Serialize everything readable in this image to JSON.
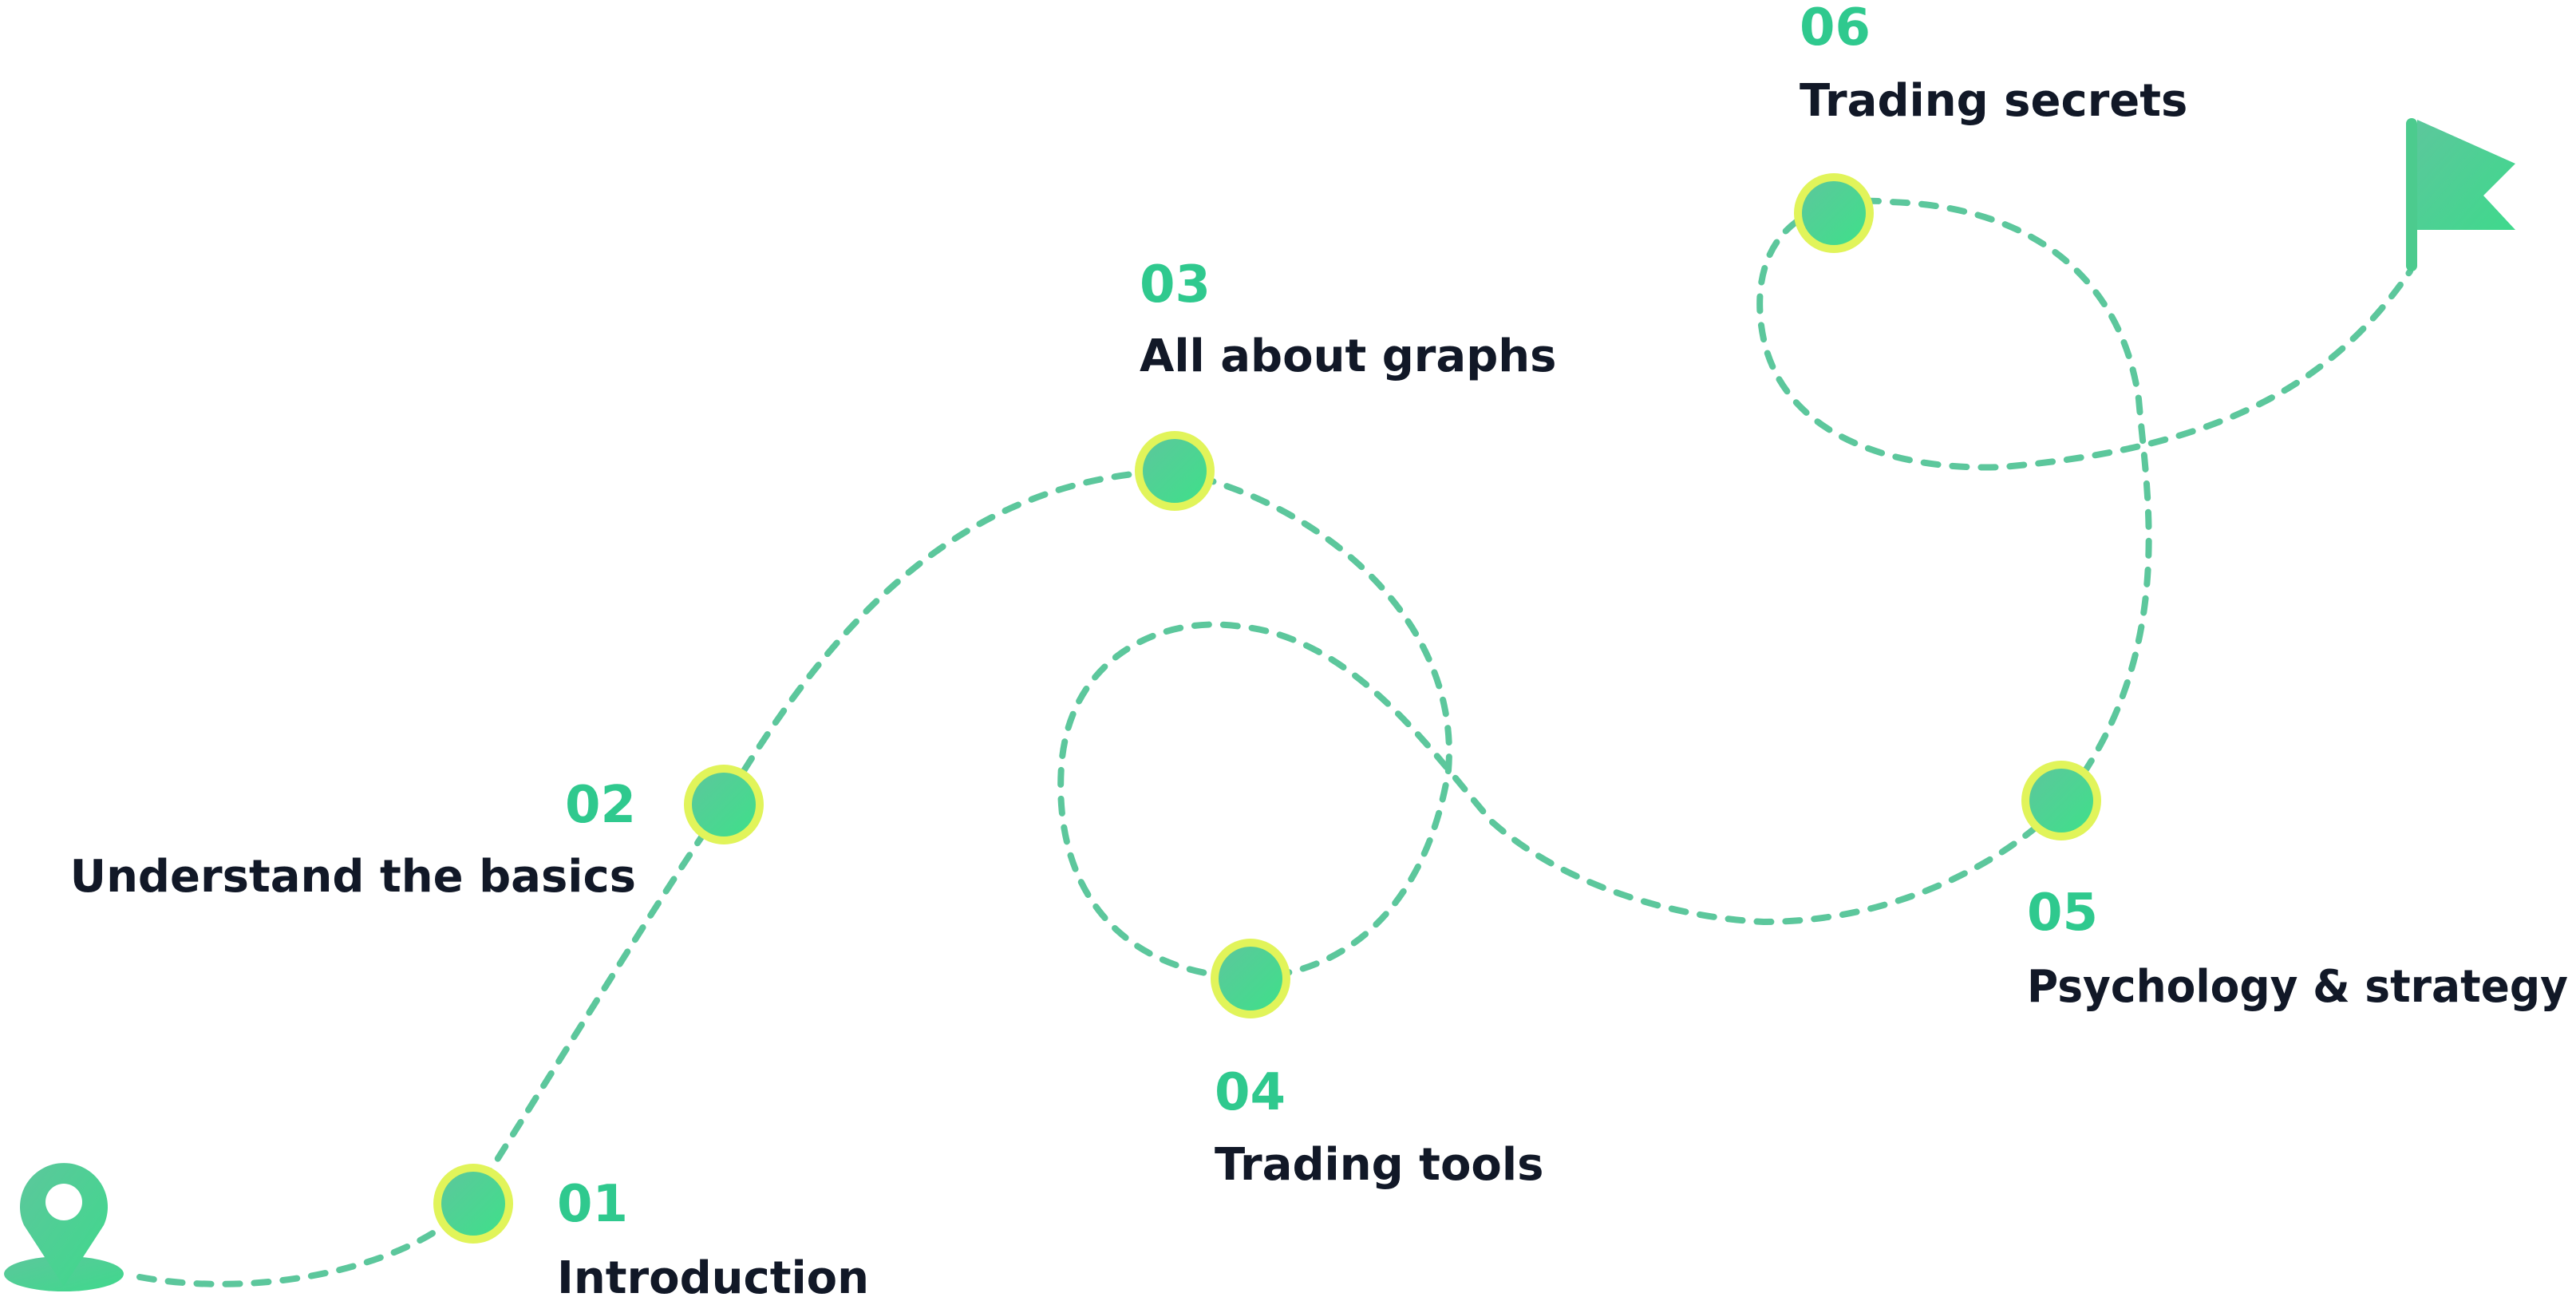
{
  "colors": {
    "accent": "#2fc98e",
    "path": "#5cc79c",
    "node_ring": "#e1f45a",
    "text": "#111827",
    "icon": "#4ccb8e"
  },
  "icons": {
    "start": "map-pin-icon",
    "end": "flag-icon"
  },
  "steps": [
    {
      "number": "01",
      "title": "Introduction"
    },
    {
      "number": "02",
      "title": "Understand the basics"
    },
    {
      "number": "03",
      "title": "All about graphs"
    },
    {
      "number": "04",
      "title": "Trading tools"
    },
    {
      "number": "05",
      "title": "Psychology & strategy"
    },
    {
      "number": "06",
      "title": "Trading secrets"
    }
  ]
}
